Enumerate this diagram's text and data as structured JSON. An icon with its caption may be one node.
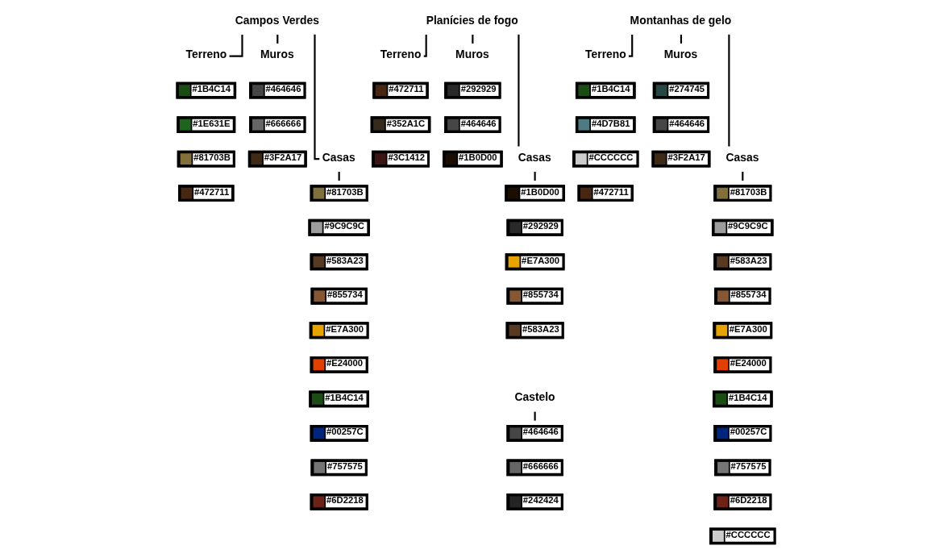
{
  "diagram": {
    "nodes": [
      {
        "text": [
          "Campos Verdes"
        ]
      },
      {
        "text": [
          "Terreno"
        ]
      },
      {
        "text": [
          "#1B4C14"
        ]
      },
      {
        "text": [
          "#1E631E"
        ]
      },
      {
        "text": [
          "#81703B"
        ]
      },
      {
        "text": [
          "#472711"
        ]
      },
      {
        "text": [
          "Muros"
        ]
      },
      {
        "text": [
          "#464646"
        ]
      },
      {
        "text": [
          "#666666"
        ]
      },
      {
        "text": [
          "#3F2A17"
        ]
      },
      {
        "text": [
          "Casas"
        ]
      },
      {
        "text": [
          "#81703B"
        ]
      },
      {
        "text": [
          "#9C9C9C"
        ]
      },
      {
        "text": [
          "#583A23"
        ]
      },
      {
        "text": [
          "#855734"
        ]
      },
      {
        "text": [
          "#E7A300"
        ]
      },
      {
        "text": [
          "#E24000"
        ]
      },
      {
        "text": [
          "#1B4C14"
        ]
      },
      {
        "text": [
          "#00257C"
        ]
      },
      {
        "text": [
          "#757575"
        ]
      },
      {
        "text": [
          "#6D2218"
        ]
      },
      {
        "text": [
          "Planícies de fogo"
        ]
      },
      {
        "text": [
          "Terreno"
        ]
      },
      {
        "text": [
          "#472711"
        ]
      },
      {
        "text": [
          "#352A1C"
        ]
      },
      {
        "text": [
          "#3C1412"
        ]
      },
      {
        "text": [
          "Muros"
        ]
      },
      {
        "text": [
          "#292929"
        ]
      },
      {
        "text": [
          "#464646"
        ]
      },
      {
        "text": [
          "#1B0D00"
        ]
      },
      {
        "text": [
          "Casas"
        ]
      },
      {
        "text": [
          "#1B0D00"
        ]
      },
      {
        "text": [
          "#292929"
        ]
      },
      {
        "text": [
          "#E7A300"
        ]
      },
      {
        "text": [
          "#855734"
        ]
      },
      {
        "text": [
          "#583A23"
        ]
      },
      {
        "text": [
          "Castelo"
        ]
      },
      {
        "text": [
          "#464646"
        ]
      },
      {
        "text": [
          "#666666"
        ]
      },
      {
        "text": [
          "#242424"
        ]
      },
      {
        "text": [
          "Montanhas de gelo"
        ]
      },
      {
        "text": [
          "Terreno"
        ]
      },
      {
        "text": [
          "#1B4C14"
        ]
      },
      {
        "text": [
          "#4D7B81"
        ]
      },
      {
        "text": [
          "#CCCCCC"
        ]
      },
      {
        "text": [
          "#472711"
        ]
      },
      {
        "text": [
          "Muros"
        ]
      },
      {
        "text": [
          "#274745"
        ]
      },
      {
        "text": [
          "#464646"
        ]
      },
      {
        "text": [
          "#3F2A17"
        ]
      },
      {
        "text": [
          "Casas"
        ]
      },
      {
        "text": [
          "#81703B"
        ]
      },
      {
        "text": [
          "#9C9C9C"
        ]
      },
      {
        "text": [
          "#583A23"
        ]
      },
      {
        "text": [
          "#855734"
        ]
      },
      {
        "text": [
          "#E7A300"
        ]
      },
      {
        "text": [
          "#E24000"
        ]
      },
      {
        "text": [
          "#1B4C14"
        ]
      },
      {
        "text": [
          "#00257C"
        ]
      },
      {
        "text": [
          "#757575"
        ]
      },
      {
        "text": [
          "#6D2218"
        ]
      },
      {
        "text": [
          "#CCCCCC"
        ]
      }
    ],
    "edges": [
      {
        "from": 0,
        "to": 1,
        "arrow": "none"
      },
      {
        "from": 0,
        "to": 6,
        "arrow": "none"
      },
      {
        "from": 0,
        "to": 10,
        "arrow": "none"
      },
      {
        "from": 10,
        "to": 11,
        "arrow": "none"
      },
      {
        "from": 21,
        "to": 22,
        "arrow": "none"
      },
      {
        "from": 21,
        "to": 26,
        "arrow": "none"
      },
      {
        "from": 21,
        "to": 30,
        "arrow": "none"
      },
      {
        "from": 30,
        "to": 31,
        "arrow": "none"
      },
      {
        "from": 36,
        "to": 37,
        "arrow": "none"
      },
      {
        "from": 40,
        "to": 41,
        "arrow": "none"
      },
      {
        "from": 40,
        "to": 46,
        "arrow": "none"
      },
      {
        "from": 40,
        "to": 50,
        "arrow": "none"
      },
      {
        "from": 50,
        "to": 51,
        "arrow": "none"
      }
    ]
  }
}
